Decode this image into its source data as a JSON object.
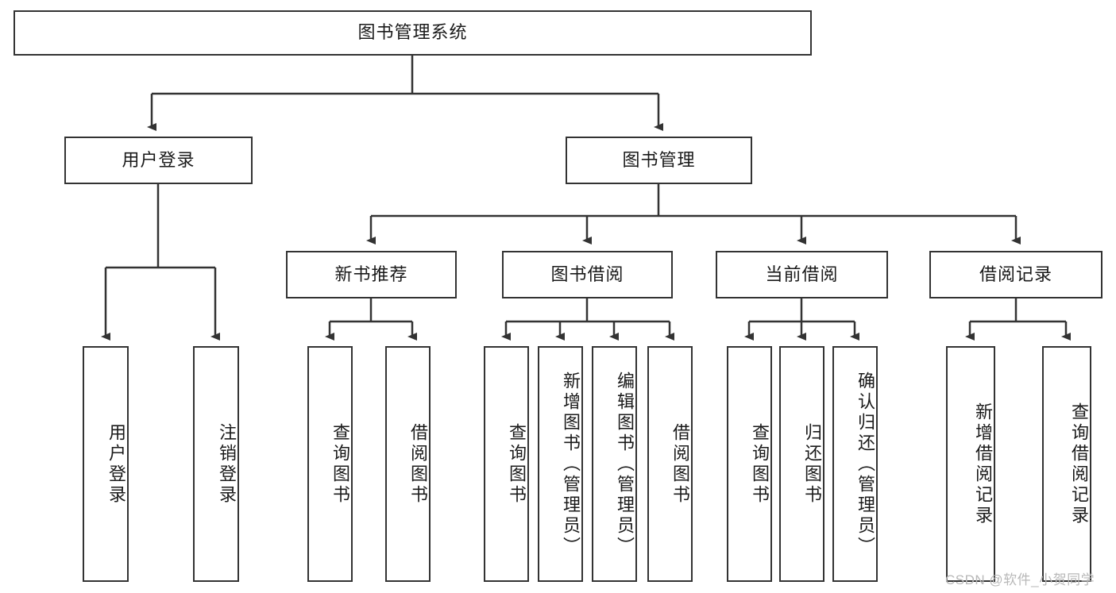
{
  "diagram": {
    "title": "图书管理系统",
    "type": "tree-hierarchy-chart",
    "root": {
      "label": "图书管理系统"
    },
    "level2": [
      {
        "label": "用户登录"
      },
      {
        "label": "图书管理"
      }
    ],
    "level3": [
      {
        "label": "新书推荐"
      },
      {
        "label": "图书借阅"
      },
      {
        "label": "当前借阅"
      },
      {
        "label": "借阅记录"
      }
    ],
    "leaves": {
      "user_login": [
        {
          "label": "用户登录"
        },
        {
          "label": "注销登录"
        }
      ],
      "new_book_recommend": [
        {
          "label": "查询图书"
        },
        {
          "label": "借阅图书"
        }
      ],
      "book_borrow": [
        {
          "label": "查询图书"
        },
        {
          "label": "新增图书（管理员）"
        },
        {
          "label": "编辑图书（管理员）"
        },
        {
          "label": "借阅图书"
        }
      ],
      "current_borrow": [
        {
          "label": "查询图书"
        },
        {
          "label": "归还图书"
        },
        {
          "label": "确认归还（管理员）"
        }
      ],
      "borrow_record": [
        {
          "label": "新增借阅记录"
        },
        {
          "label": "查询借阅记录"
        }
      ]
    },
    "watermark": "CSDN @软件_小贺同学",
    "colors": {
      "stroke": "#333333",
      "fill": "#ffffff",
      "text": "#1a1a1a",
      "watermark": "#b8b8b8"
    }
  }
}
